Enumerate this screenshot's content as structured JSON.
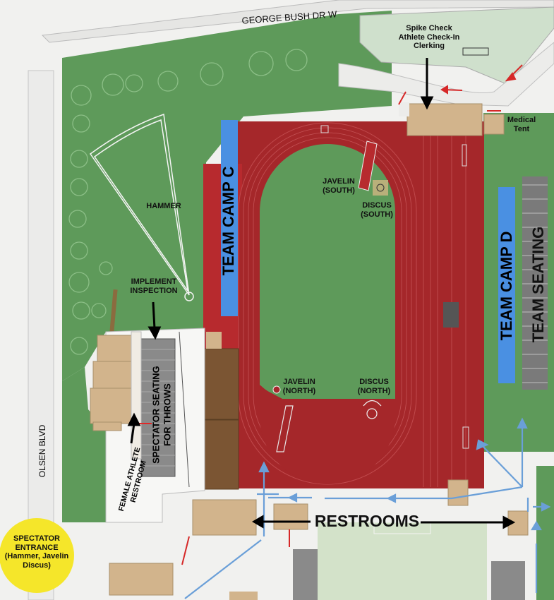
{
  "streets": {
    "north": "GEORGE BUSH DR W",
    "west": "OLSEN BLVD"
  },
  "labels": {
    "spike_check": "Spike Check",
    "athlete_check_in": "Athlete Check-In",
    "clerking": "Clerking",
    "medical_tent_1": "Medical",
    "medical_tent_2": "Tent",
    "team_camp_c": "TEAM CAMP  C",
    "team_camp_d": "TEAM CAMP  D",
    "team_seating": "TEAM SEATING",
    "hammer": "HAMMER",
    "implement_inspection_1": "IMPLEMENT",
    "implement_inspection_2": "INSPECTION",
    "javelin_south_1": "JAVELIN",
    "javelin_south_2": "(SOUTH)",
    "discus_south_1": "DISCUS",
    "discus_south_2": "(SOUTH)",
    "javelin_north_1": "JAVELIN",
    "javelin_north_2": "(NORTH)",
    "discus_north_1": "DISCUS",
    "discus_north_2": "(NORTH)",
    "spectator_seating_1": "SPECTATOR SEATING",
    "spectator_seating_2": "FOR THROWS",
    "female_restroom_1": "FEMALE ATHLETE",
    "female_restroom_2": "RESTROOM",
    "restrooms": "RESTROOMS",
    "spectator_entrance_1": "SPECTATOR",
    "spectator_entrance_2": "ENTRANCE",
    "spectator_entrance_3": "(Hammer, Javelin",
    "spectator_entrance_4": "Discus)"
  },
  "colors": {
    "grass": "#5e9a5a",
    "track": "#a5272a",
    "camp": "#4a90e2",
    "building": "#d2b48c",
    "entrance": "#f5e62a",
    "path_arrow": "#6a9fd8"
  }
}
